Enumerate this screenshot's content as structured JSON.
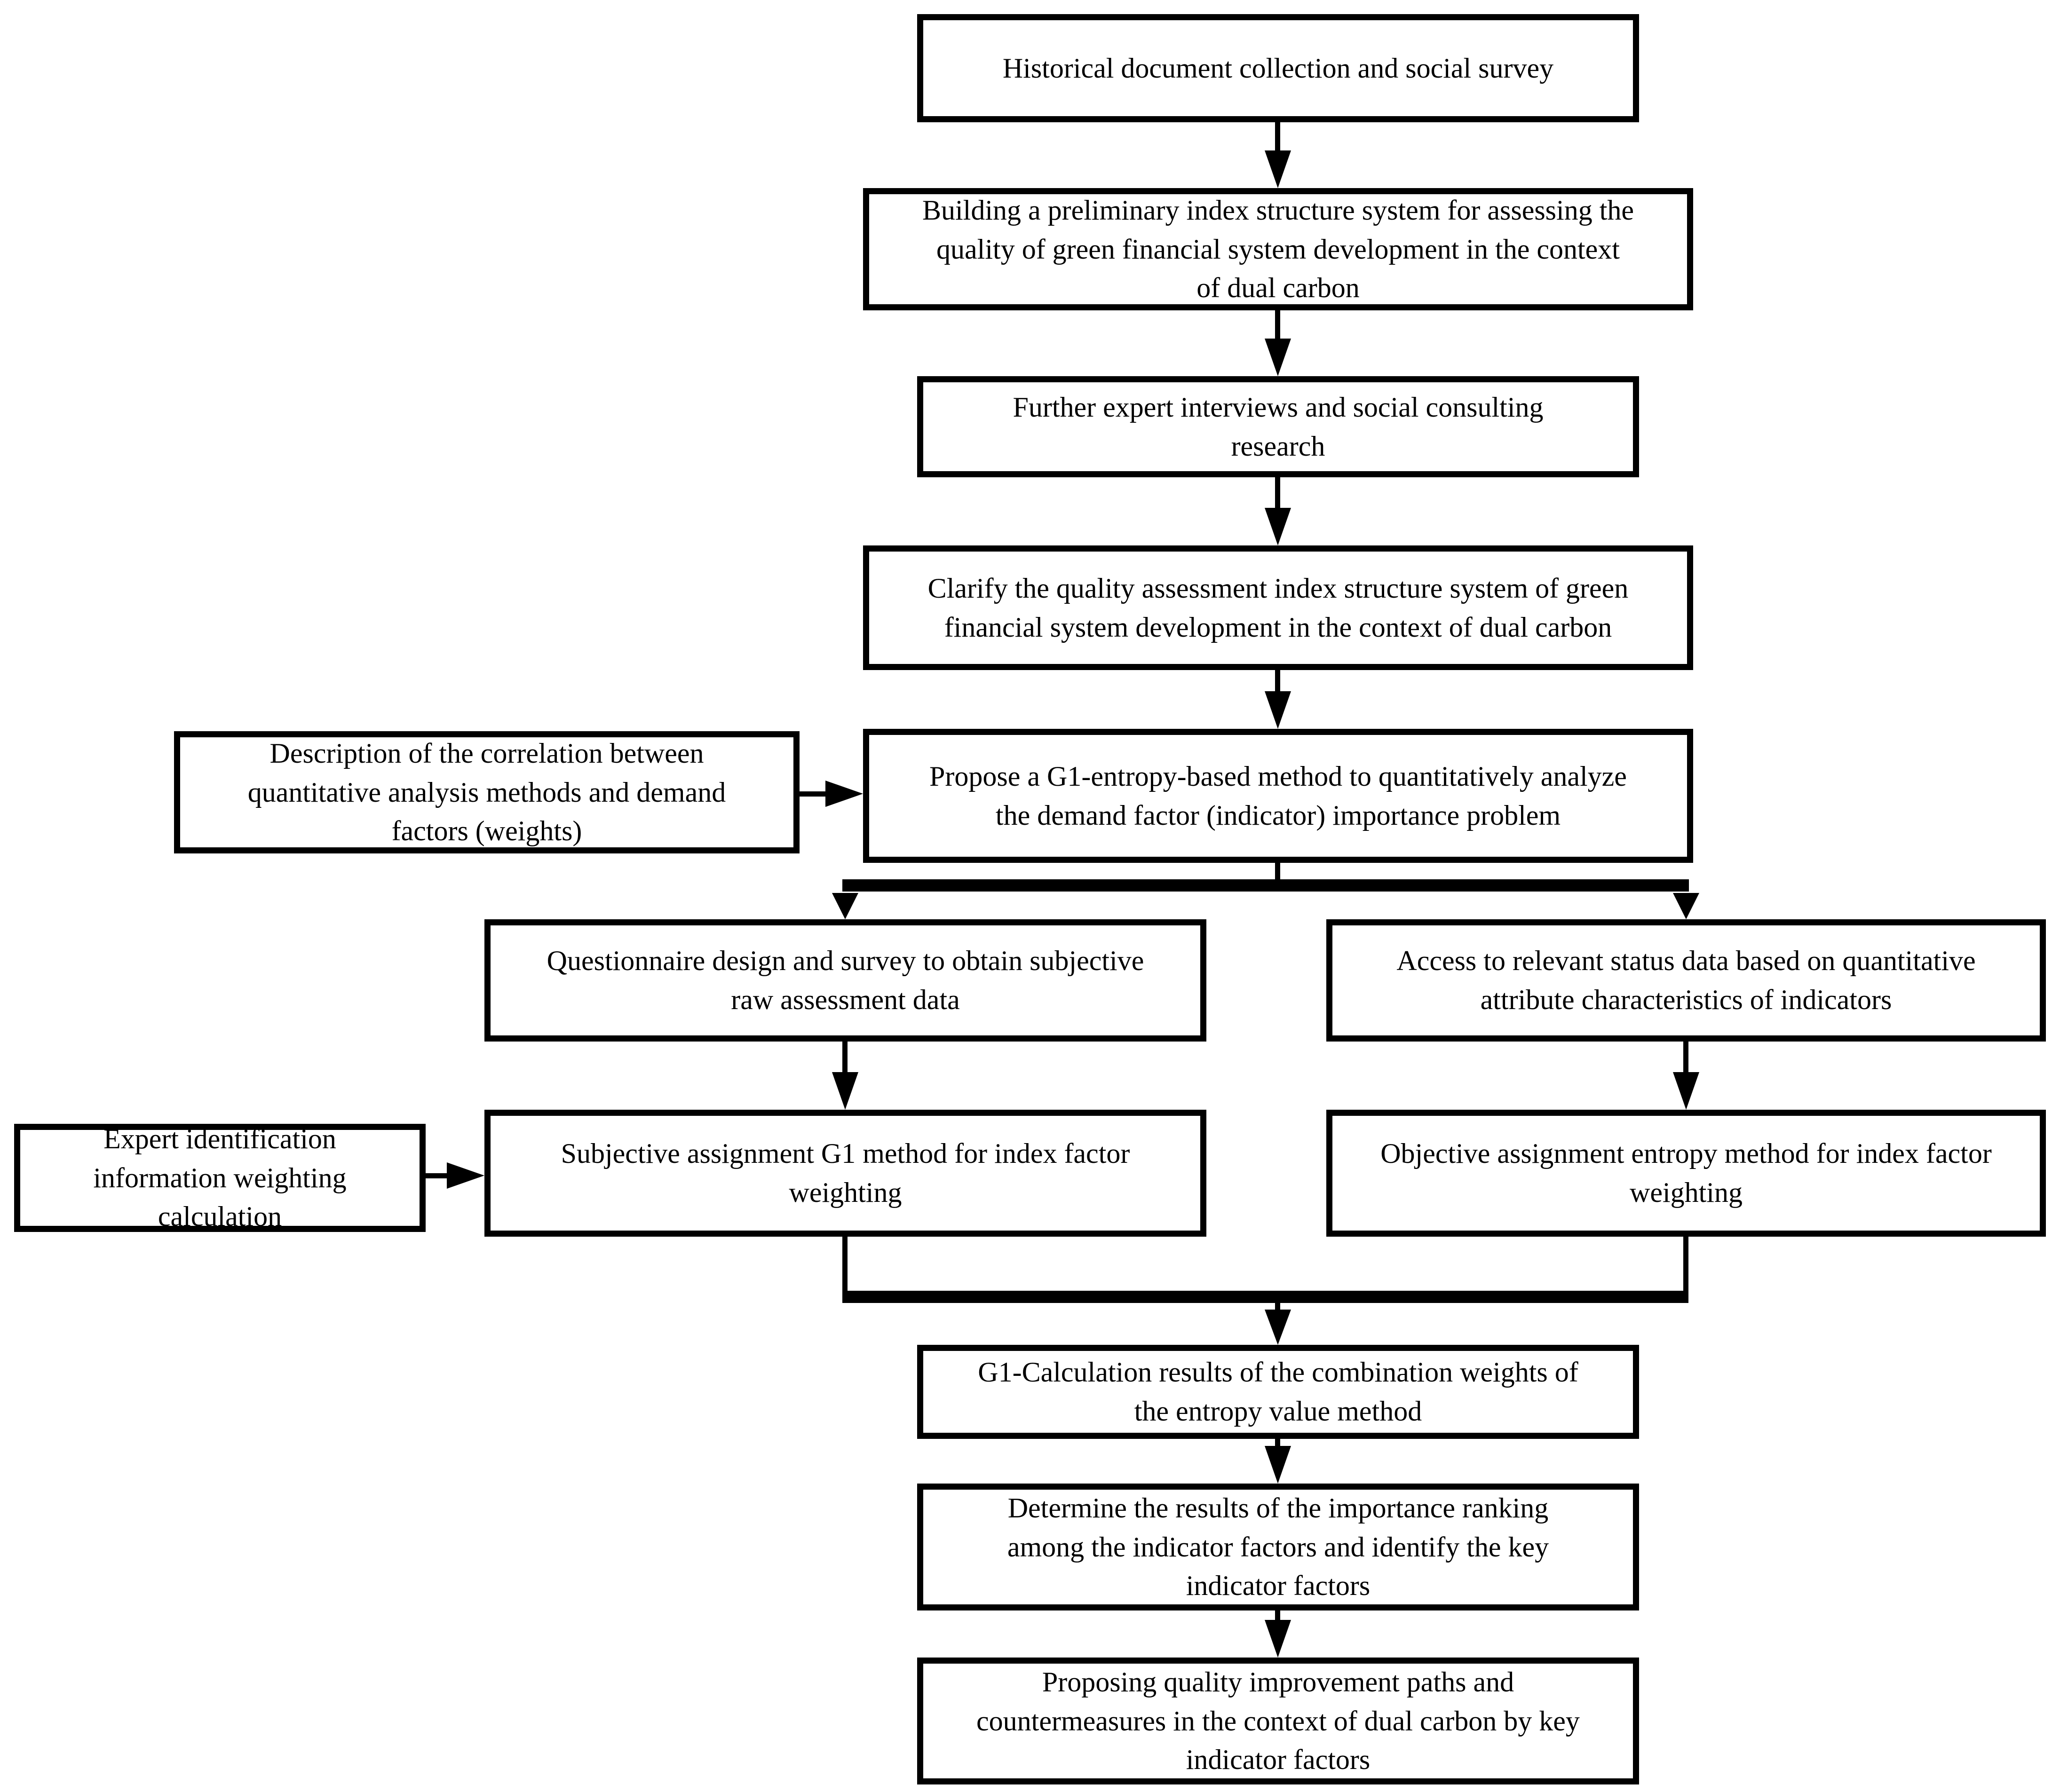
{
  "diagram": {
    "type": "flowchart",
    "background_color": "#ffffff",
    "line_color": "#000000",
    "nodes": [
      {
        "id": "historical",
        "text": "Historical document collection and social survey"
      },
      {
        "id": "building",
        "text": "Building a preliminary index structure system for assessing the\nquality of green financial system development in the context\nof dual carbon"
      },
      {
        "id": "further",
        "text": "Further expert interviews and social consulting\nresearch"
      },
      {
        "id": "clarify",
        "text": "Clarify the quality assessment index structure system of green\nfinancial system development in the context of dual carbon"
      },
      {
        "id": "description",
        "text": "Description of the correlation between\nquantitative analysis methods and demand\nfactors (weights)"
      },
      {
        "id": "propose",
        "text": "Propose a G1-entropy-based method to quantitatively analyze\nthe demand factor (indicator) importance problem"
      },
      {
        "id": "questionnaire",
        "text": "Questionnaire design and survey to obtain subjective\nraw assessment data"
      },
      {
        "id": "access",
        "text": "Access to relevant status data based on quantitative\nattribute characteristics of indicators"
      },
      {
        "id": "expert",
        "text": "Expert identification\ninformation weighting\ncalculation"
      },
      {
        "id": "subjective",
        "text": "Subjective assignment G1 method for index factor\nweighting"
      },
      {
        "id": "objective",
        "text": "Objective assignment entropy method for index factor\nweighting"
      },
      {
        "id": "g1calc",
        "text": "G1-Calculation results of the combination weights of\nthe entropy value method"
      },
      {
        "id": "determine",
        "text": "Determine the results of the importance ranking\namong the indicator factors and identify the key\nindicator factors"
      },
      {
        "id": "proposing",
        "text": "Proposing quality improvement paths and\ncountermeasures  in the context of dual carbon by key\nindicator factors"
      }
    ],
    "edges": [
      {
        "from": "historical",
        "to": "building",
        "type": "arrow-down"
      },
      {
        "from": "building",
        "to": "further",
        "type": "arrow-down"
      },
      {
        "from": "further",
        "to": "clarify",
        "type": "arrow-down"
      },
      {
        "from": "clarify",
        "to": "propose",
        "type": "arrow-down"
      },
      {
        "from": "description",
        "to": "propose",
        "type": "arrow-right"
      },
      {
        "from": "propose",
        "to": "questionnaire",
        "type": "split-arrow-down"
      },
      {
        "from": "propose",
        "to": "access",
        "type": "split-arrow-down"
      },
      {
        "from": "questionnaire",
        "to": "subjective",
        "type": "arrow-down"
      },
      {
        "from": "access",
        "to": "objective",
        "type": "arrow-down"
      },
      {
        "from": "expert",
        "to": "subjective",
        "type": "arrow-right"
      },
      {
        "from": "subjective",
        "to": "g1calc",
        "type": "merge-arrow-down"
      },
      {
        "from": "objective",
        "to": "g1calc",
        "type": "merge-arrow-down"
      },
      {
        "from": "g1calc",
        "to": "determine",
        "type": "arrow-down"
      },
      {
        "from": "determine",
        "to": "proposing",
        "type": "arrow-down"
      }
    ]
  }
}
